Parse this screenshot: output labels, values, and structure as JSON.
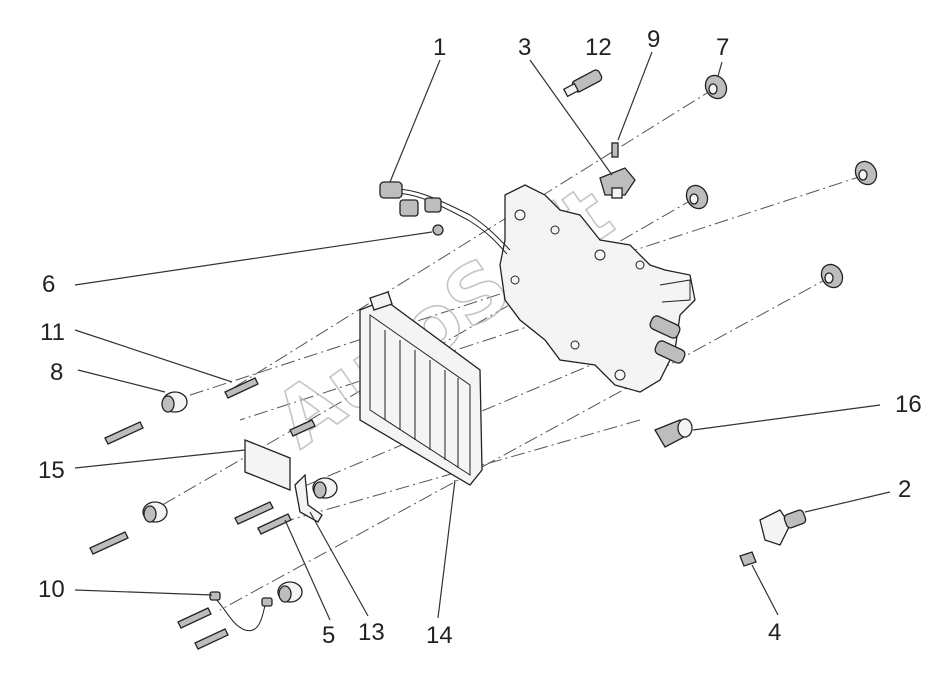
{
  "watermark": "AutoSoft",
  "callouts": [
    {
      "id": "c1",
      "label": "1"
    },
    {
      "id": "c3",
      "label": "3"
    },
    {
      "id": "c12",
      "label": "12"
    },
    {
      "id": "c9",
      "label": "9"
    },
    {
      "id": "c7",
      "label": "7"
    },
    {
      "id": "c6",
      "label": "6"
    },
    {
      "id": "c11",
      "label": "11"
    },
    {
      "id": "c8",
      "label": "8"
    },
    {
      "id": "c15",
      "label": "15"
    },
    {
      "id": "c16",
      "label": "16"
    },
    {
      "id": "c2",
      "label": "2"
    },
    {
      "id": "c10",
      "label": "10"
    },
    {
      "id": "c5",
      "label": "5"
    },
    {
      "id": "c13",
      "label": "13"
    },
    {
      "id": "c14",
      "label": "14"
    },
    {
      "id": "c4",
      "label": "4"
    }
  ]
}
